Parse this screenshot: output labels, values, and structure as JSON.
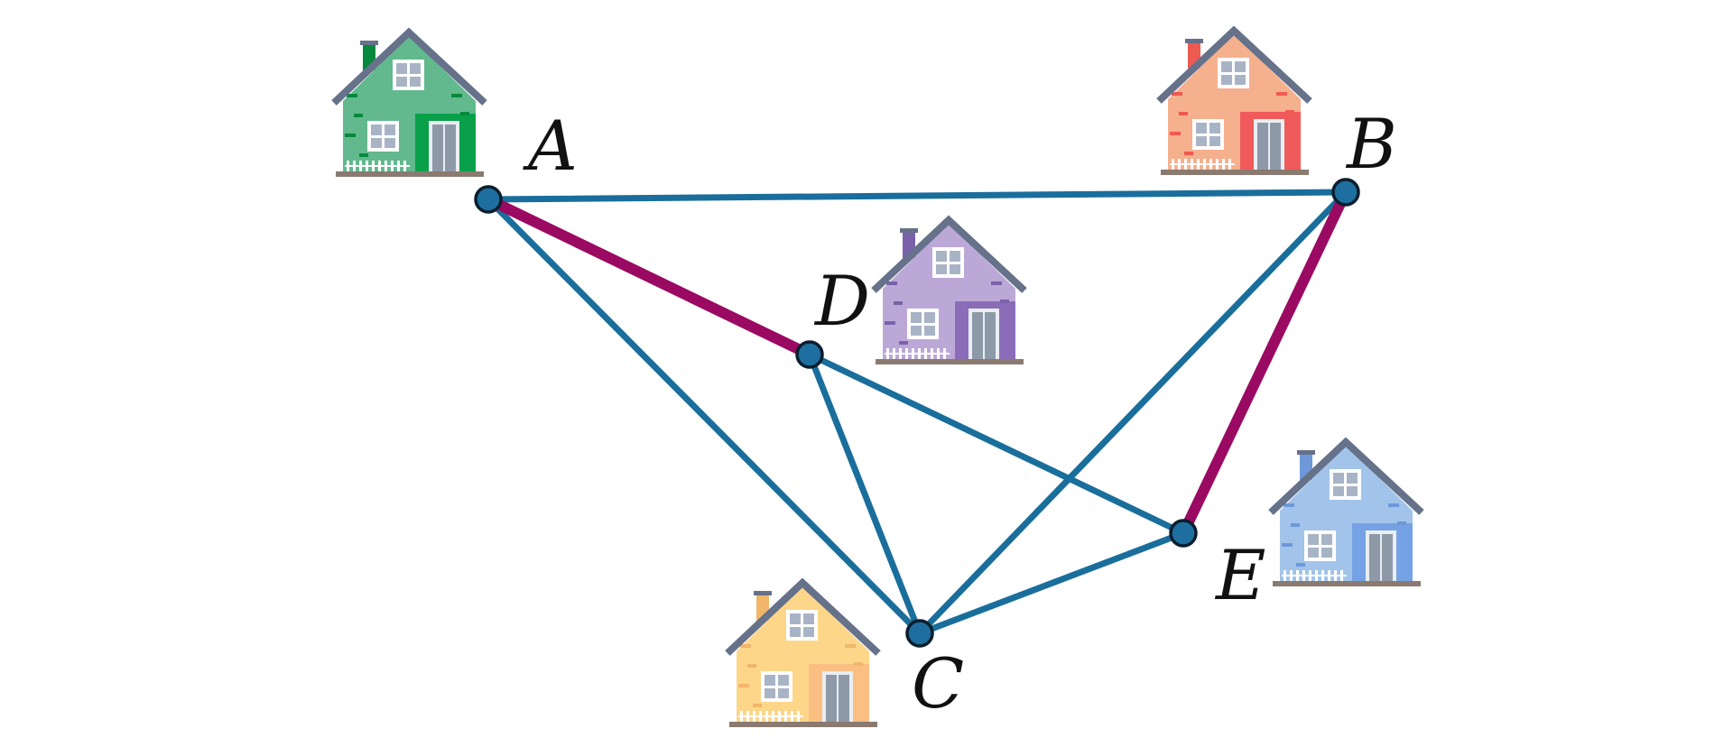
{
  "colors": {
    "blue_edge": "#1a6e9c",
    "magenta_edge": "#9a0a62",
    "node_fill": "#1e6fa0",
    "node_stroke": "#0b1e2c",
    "roof": "#66718a",
    "ground": "#8a7a70"
  },
  "nodes": [
    {
      "id": "A",
      "label": "A"
    },
    {
      "id": "B",
      "label": "B"
    },
    {
      "id": "C",
      "label": "C"
    },
    {
      "id": "D",
      "label": "D"
    },
    {
      "id": "E",
      "label": "E"
    }
  ],
  "edges": [
    {
      "from": "A",
      "to": "B",
      "color": "blue"
    },
    {
      "from": "A",
      "to": "C",
      "color": "blue"
    },
    {
      "from": "A",
      "to": "D",
      "color": "magenta"
    },
    {
      "from": "B",
      "to": "C",
      "color": "blue"
    },
    {
      "from": "B",
      "to": "E",
      "color": "magenta"
    },
    {
      "from": "D",
      "to": "C",
      "color": "blue"
    },
    {
      "from": "D",
      "to": "E",
      "color": "blue"
    },
    {
      "from": "C",
      "to": "E",
      "color": "blue"
    }
  ],
  "houses": [
    {
      "node": "A",
      "icon": "house-icon",
      "wall": "#62b98e",
      "accent": "#08a048",
      "brick": "#07893c"
    },
    {
      "node": "B",
      "icon": "house-icon",
      "wall": "#f5b08e",
      "accent": "#f05a5a",
      "brick": "#ef5a50"
    },
    {
      "node": "D",
      "icon": "house-icon",
      "wall": "#bca8d6",
      "accent": "#8a6cb8",
      "brick": "#7a62aa"
    },
    {
      "node": "E",
      "icon": "house-icon",
      "wall": "#a2c4ea",
      "accent": "#74a2e4",
      "brick": "#6e98d8"
    },
    {
      "node": "C",
      "icon": "house-icon",
      "wall": "#fdd68a",
      "accent": "#fbbf84",
      "brick": "#f1b66a"
    }
  ]
}
